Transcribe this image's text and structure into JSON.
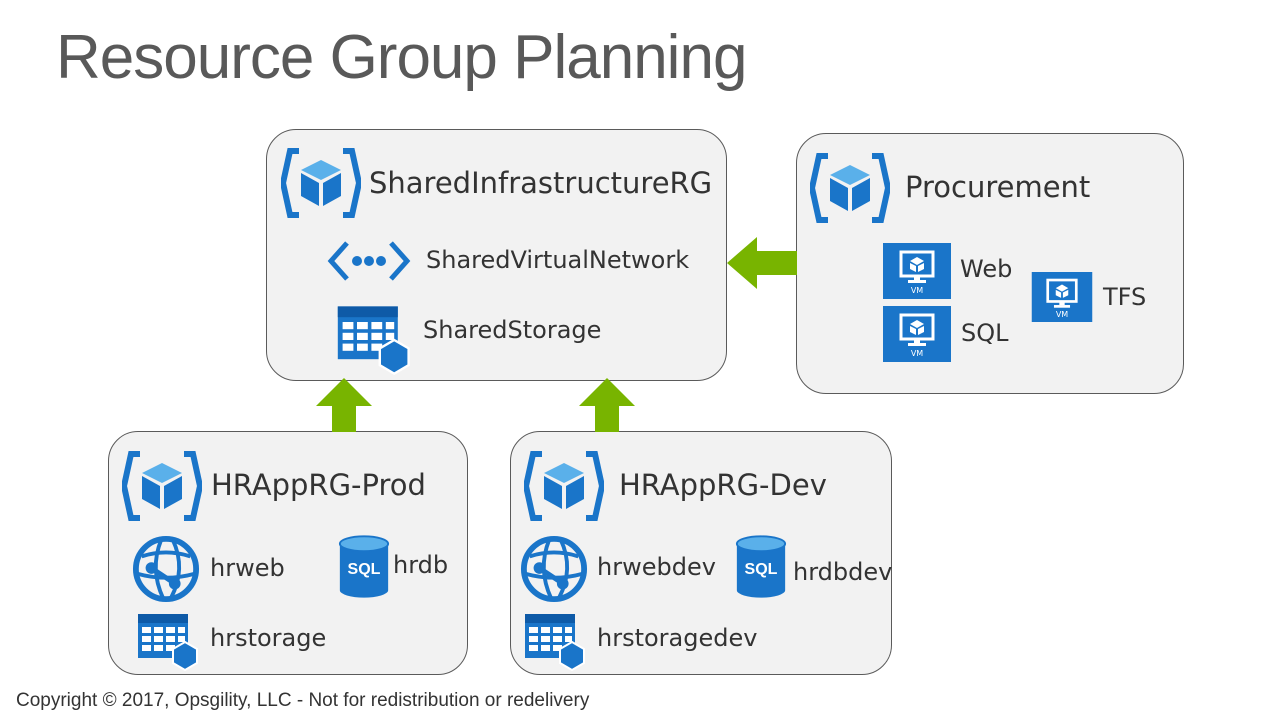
{
  "title": "Resource Group Planning",
  "colors": {
    "azure_blue": "#1a75c9",
    "arrow_green": "#78b400",
    "box_fill": "#f2f2f2",
    "box_border": "#5a5a5a"
  },
  "groups": {
    "shared": {
      "name": "SharedInfrastructureRG",
      "icon": "resource-group-cube-icon",
      "items": [
        {
          "label": "SharedVirtualNetwork",
          "icon": "virtual-network-icon"
        },
        {
          "label": "SharedStorage",
          "icon": "storage-account-icon"
        }
      ]
    },
    "procurement": {
      "name": "Procurement",
      "icon": "resource-group-cube-icon",
      "items": [
        {
          "label": "Web",
          "icon": "virtual-machine-icon",
          "badge": "VM"
        },
        {
          "label": "SQL",
          "icon": "virtual-machine-icon",
          "badge": "VM"
        },
        {
          "label": "TFS",
          "icon": "virtual-machine-icon",
          "badge": "VM"
        }
      ]
    },
    "prod": {
      "name": "HRAppRG-Prod",
      "icon": "resource-group-cube-icon",
      "items": [
        {
          "label": "hrweb",
          "icon": "web-app-globe-icon"
        },
        {
          "label": "hrdb",
          "icon": "sql-database-icon",
          "badge": "SQL"
        },
        {
          "label": "hrstorage",
          "icon": "storage-account-icon"
        }
      ]
    },
    "dev": {
      "name": "HRAppRG-Dev",
      "icon": "resource-group-cube-icon",
      "items": [
        {
          "label": "hrwebdev",
          "icon": "web-app-globe-icon"
        },
        {
          "label": "hrdbdev",
          "icon": "sql-database-icon",
          "badge": "SQL"
        },
        {
          "label": "hrstoragedev",
          "icon": "storage-account-icon"
        }
      ]
    }
  },
  "copyright": "Copyright © 2017, Opsgility, LLC - Not for redistribution or redelivery"
}
